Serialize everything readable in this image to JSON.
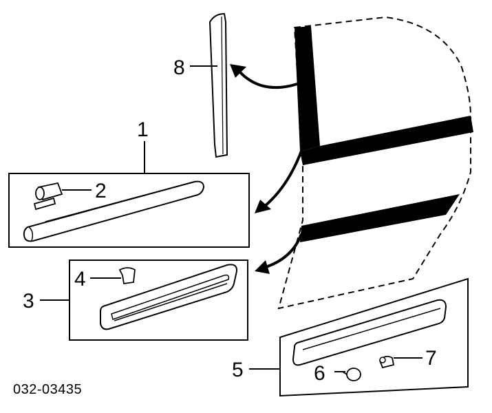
{
  "callouts": {
    "c1": "1",
    "c2": "2",
    "c3": "3",
    "c4": "4",
    "c5": "5",
    "c6": "6",
    "c7": "7",
    "c8": "8"
  },
  "diagram_code": "032-03435",
  "colors": {
    "line": "#000000",
    "fill": "#ffffff"
  },
  "parts": [
    {
      "callout": "1",
      "part": "protector-molding-front"
    },
    {
      "callout": "2",
      "part": "clip"
    },
    {
      "callout": "3",
      "part": "protector-molding-middle"
    },
    {
      "callout": "4",
      "part": "clip"
    },
    {
      "callout": "5",
      "part": "protector-molding-rear"
    },
    {
      "callout": "6",
      "part": "clip"
    },
    {
      "callout": "7",
      "part": "clip"
    },
    {
      "callout": "8",
      "part": "pillar-garnish"
    }
  ]
}
